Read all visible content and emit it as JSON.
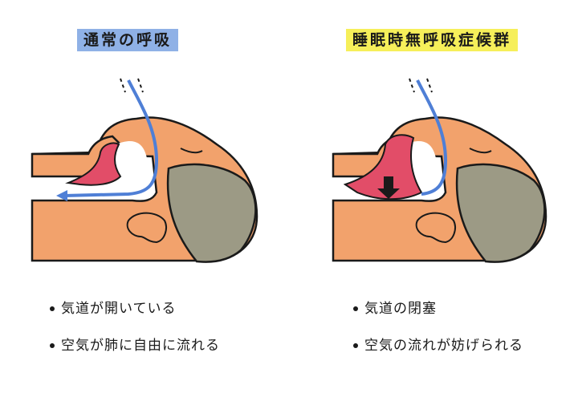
{
  "panels": [
    {
      "title": "通常の呼吸",
      "title_color": "#8fb1e6",
      "bullets": [
        "気道が開いている",
        "空気が肺に自由に流れる"
      ]
    },
    {
      "title": "睡眠時無呼吸症候群",
      "title_color": "#f6ef5a",
      "bullets": [
        "気道の閉塞",
        "空気の流れが妨げられる"
      ]
    }
  ],
  "colors": {
    "skin": "#f2a26c",
    "hair": "#9c9a85",
    "tongue": "#e24d68",
    "airflow": "#4f7fd6",
    "outline": "#1a1a1a"
  }
}
